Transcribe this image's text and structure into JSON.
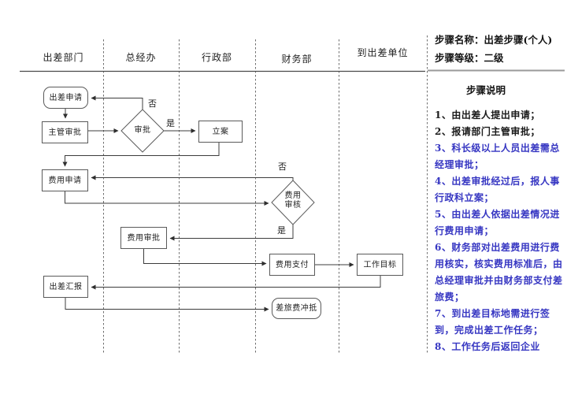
{
  "meta": {
    "accent_blue": "#3636c2",
    "line_color": "#3c3c3c",
    "background": "#ffffff"
  },
  "header": {
    "step_name": "步骤名称：出差步骤(个人)",
    "step_level": "步骤等级：二级",
    "lanes": [
      "出差部门",
      "总经办",
      "行政部",
      "财务部",
      "到出差单位"
    ]
  },
  "flowchart": {
    "nodes": {
      "start": "出差申请",
      "manager_approval": "主管审批",
      "approval_decision": "审批",
      "filing": "立案",
      "expense_request": "费用申请",
      "expense_review_l1": "费用",
      "expense_review_l2": "审核",
      "expense_approval": "费用审批",
      "expense_payment": "费用支付",
      "work_target": "工作目标",
      "trip_report": "出差汇报",
      "end": "差旅费冲抵"
    },
    "edge_labels": {
      "yes": "是",
      "no": "否"
    }
  },
  "sidebar": {
    "title": "步骤说明",
    "items": [
      {
        "text": "1、由出差人提出申请；",
        "blue": false
      },
      {
        "text": "2、报请部门主管审批；",
        "blue": false
      },
      {
        "text": "3、科长级以上人员出差需总经理审批；",
        "blue": true
      },
      {
        "text": "4、出差审批经过后，报人事行政科立案；",
        "blue": true
      },
      {
        "text": "5、由出差人依据出差情况进行费用申请；",
        "blue": true
      },
      {
        "text": "6、财务部对出差费用进行费用核实，核实费用标准后，由总经理审批并由财务部支付差旅费；",
        "blue": true
      },
      {
        "text": "7、到出差目标地需进行签到，完成出差工作任务；",
        "blue": true
      },
      {
        "text": "8、工作任务后返回企业",
        "blue": true
      }
    ]
  }
}
